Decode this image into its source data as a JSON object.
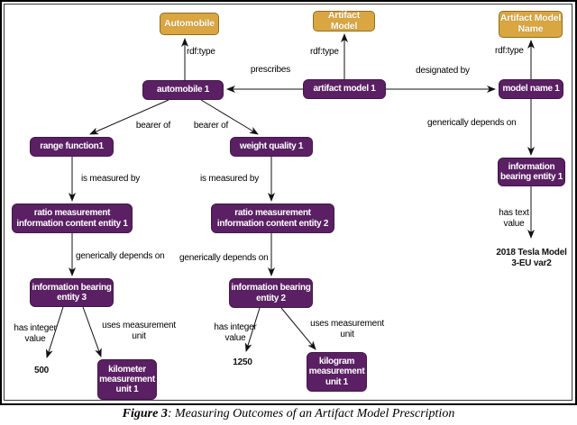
{
  "caption": {
    "prefix": "Figure 3",
    "rest": ": Measuring Outcomes of an Artifact Model Prescription"
  },
  "colors": {
    "class_node_fill": "#D9A642",
    "class_node_border": "#8F7020",
    "instance_node_fill": "#5A2063",
    "instance_node_border": "#431849",
    "edge_line": "#111111",
    "node_text": "#ffffff"
  },
  "d": {
    "cls": [
      {
        "label": "Automobile"
      },
      {
        "label": "Artifact Model"
      },
      {
        "label": "Artifact Model\nName"
      }
    ],
    "inst": [
      {
        "label": "automobile 1"
      },
      {
        "label": "artifact model 1"
      },
      {
        "label": "model name 1"
      },
      {
        "label": "range function1"
      },
      {
        "label": "weight quality 1"
      },
      {
        "label": "ratio measurement\ninformation content entity 1"
      },
      {
        "label": "ratio measurement\ninformation content entity 2"
      },
      {
        "label": "information\nbearing entity 1"
      },
      {
        "label": "information bearing\nentity 3"
      },
      {
        "label": "information bearing\nentity 2"
      },
      {
        "label": "kilometer\nmeasurement\nunit 1"
      },
      {
        "label": "kilogram\nmeasurement\nunit 1"
      }
    ],
    "lbl": [
      {
        "text": "rdf:type"
      },
      {
        "text": "rdf:type"
      },
      {
        "text": "rdf:type"
      },
      {
        "text": "prescribes"
      },
      {
        "text": "designated by"
      },
      {
        "text": "bearer of"
      },
      {
        "text": "bearer of"
      },
      {
        "text": "is measured by"
      },
      {
        "text": "is measured by"
      },
      {
        "text": "generically depends on"
      },
      {
        "text": "generically depends on"
      },
      {
        "text": "generically depends on"
      },
      {
        "text": "has integer\nvalue"
      },
      {
        "text": "has integer\nvalue"
      },
      {
        "text": "uses measurement\nunit"
      },
      {
        "text": "uses measurement\nunit"
      },
      {
        "text": "has text\nvalue"
      }
    ],
    "lit": [
      {
        "text": "500"
      },
      {
        "text": "1250"
      },
      {
        "text": "2018 Tesla Model\n3-EU var2"
      }
    ]
  }
}
